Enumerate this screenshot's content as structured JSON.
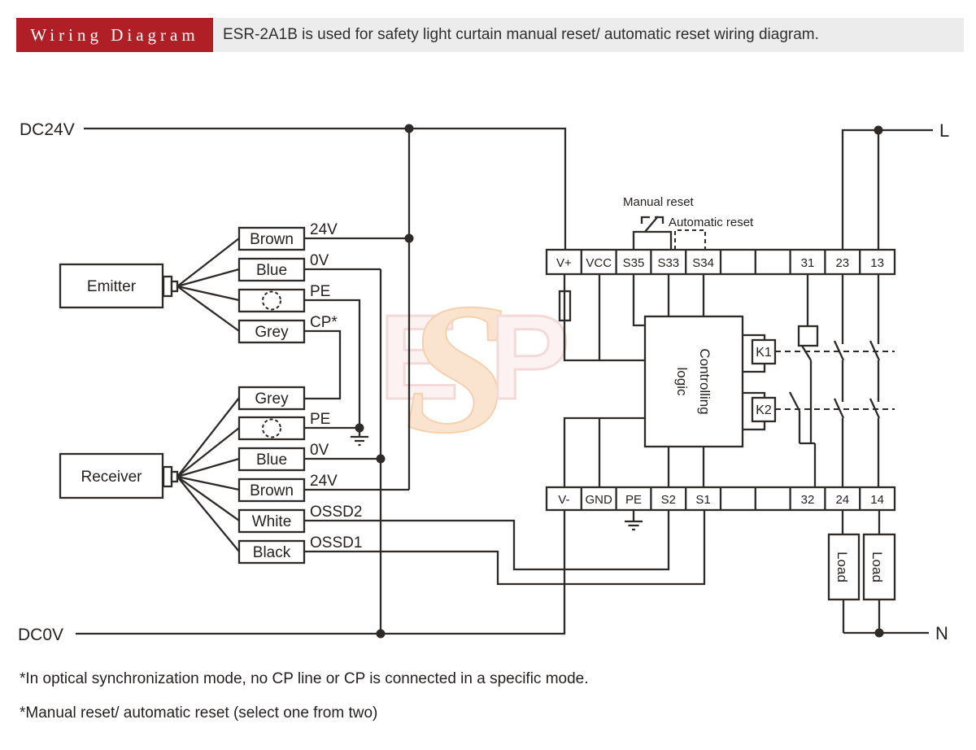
{
  "header": {
    "title": "Wiring Diagram",
    "description": "ESR-2A1B is used for safety light curtain manual reset/ automatic reset wiring diagram."
  },
  "colors": {
    "accent_red": "#b01f26",
    "banner_gray": "#ececec",
    "line": "#2d2a28",
    "watermark_pink": "#f2dad8",
    "watermark_orange": "#fae4cf"
  },
  "power_rails": {
    "dc24v": "DC24V",
    "dc0v": "DC0V",
    "live": "L",
    "neutral": "N"
  },
  "emitter": {
    "label": "Emitter",
    "wires": [
      {
        "color": "Brown",
        "signal": "24V"
      },
      {
        "color": "Blue",
        "signal": "0V"
      },
      {
        "color": "",
        "signal": "PE"
      },
      {
        "color": "Grey",
        "signal": "CP*"
      }
    ]
  },
  "receiver": {
    "label": "Receiver",
    "wires": [
      {
        "color": "Grey",
        "signal": ""
      },
      {
        "color": "",
        "signal": "PE"
      },
      {
        "color": "Blue",
        "signal": "0V"
      },
      {
        "color": "Brown",
        "signal": "24V"
      },
      {
        "color": "White",
        "signal": "OSSD2"
      },
      {
        "color": "Black",
        "signal": "OSSD1"
      }
    ]
  },
  "terminal_top": [
    "V+",
    "VCC",
    "S35",
    "S33",
    "S34",
    "",
    "",
    "31",
    "23",
    "13"
  ],
  "terminal_bottom": [
    "V-",
    "GND",
    "PE",
    "S2",
    "S1",
    "",
    "",
    "32",
    "24",
    "14"
  ],
  "controller": {
    "line1": "Controlling",
    "line2": "logic"
  },
  "relays": {
    "k1": "K1",
    "k2": "K2"
  },
  "reset": {
    "manual": "Manual reset",
    "automatic": "Automatic reset"
  },
  "loads": {
    "load1": "Load",
    "load2": "Load"
  },
  "watermark": {
    "l1": "E",
    "l2": "S",
    "l3": "P"
  },
  "notes": [
    "*In optical synchronization mode, no CP line or CP is connected in a specific mode.",
    "*Manual reset/ automatic reset (select one from two)"
  ]
}
